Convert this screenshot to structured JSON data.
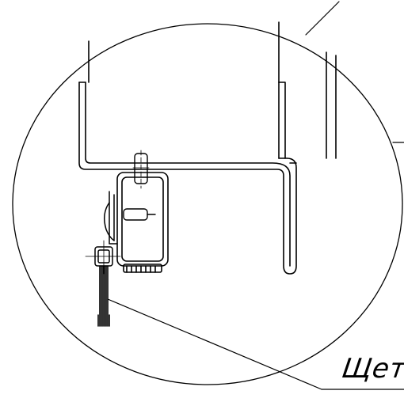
{
  "drawing": {
    "callout_label": "Щет",
    "line_color": "#000000",
    "background": "#ffffff",
    "view": "detail-view",
    "parts": [
      "profile",
      "bracket",
      "clamp",
      "bolt",
      "brush"
    ]
  }
}
